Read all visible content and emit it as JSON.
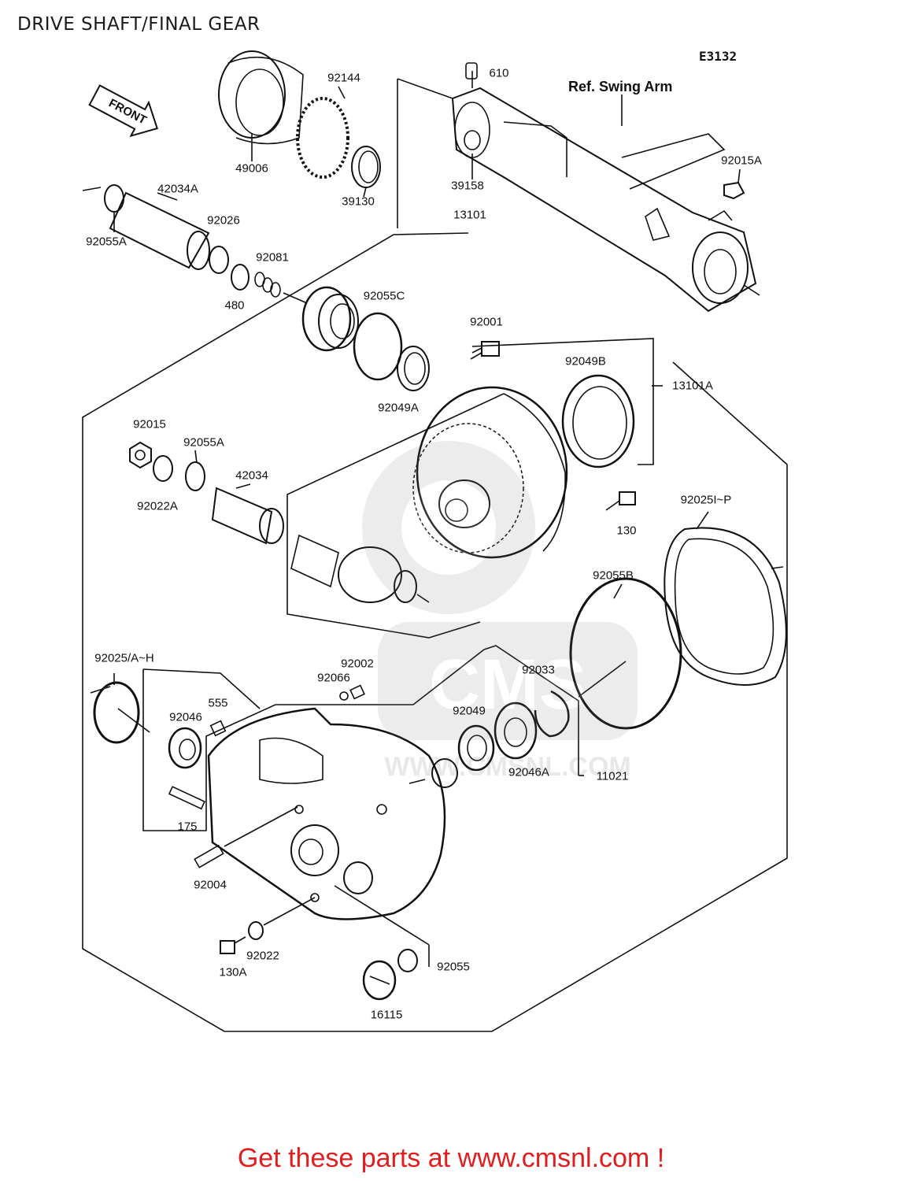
{
  "page": {
    "title": "DRIVE SHAFT/FINAL GEAR",
    "diagram_code": "E3132",
    "ref_note": "Ref. Swing Arm",
    "front_arrow": "FRONT",
    "footer": "Get these parts at www.cmsnl.com !"
  },
  "parts": [
    {
      "id": "92144"
    },
    {
      "id": "610"
    },
    {
      "id": "49006"
    },
    {
      "id": "39130"
    },
    {
      "id": "39158"
    },
    {
      "id": "92015A"
    },
    {
      "id": "42034A"
    },
    {
      "id": "92026"
    },
    {
      "id": "92055A"
    },
    {
      "id": "92081"
    },
    {
      "id": "480"
    },
    {
      "id": "13101"
    },
    {
      "id": "92055C"
    },
    {
      "id": "92001"
    },
    {
      "id": "92049A"
    },
    {
      "id": "92049B"
    },
    {
      "id": "13101A"
    },
    {
      "id": "92015"
    },
    {
      "id": "92055A"
    },
    {
      "id": "42034"
    },
    {
      "id": "92022A"
    },
    {
      "id": "130"
    },
    {
      "id": "92025I~P"
    },
    {
      "id": "92055B"
    },
    {
      "id": "92025/A~H"
    },
    {
      "id": "92002"
    },
    {
      "id": "92066"
    },
    {
      "id": "555"
    },
    {
      "id": "92046"
    },
    {
      "id": "92033"
    },
    {
      "id": "92049"
    },
    {
      "id": "92046A"
    },
    {
      "id": "11021"
    },
    {
      "id": "175"
    },
    {
      "id": "92004"
    },
    {
      "id": "92022"
    },
    {
      "id": "130A"
    },
    {
      "id": "92055"
    },
    {
      "id": "16115"
    }
  ],
  "watermark": {
    "text": "CMS",
    "site": "WWW.CMSNL.COM"
  }
}
